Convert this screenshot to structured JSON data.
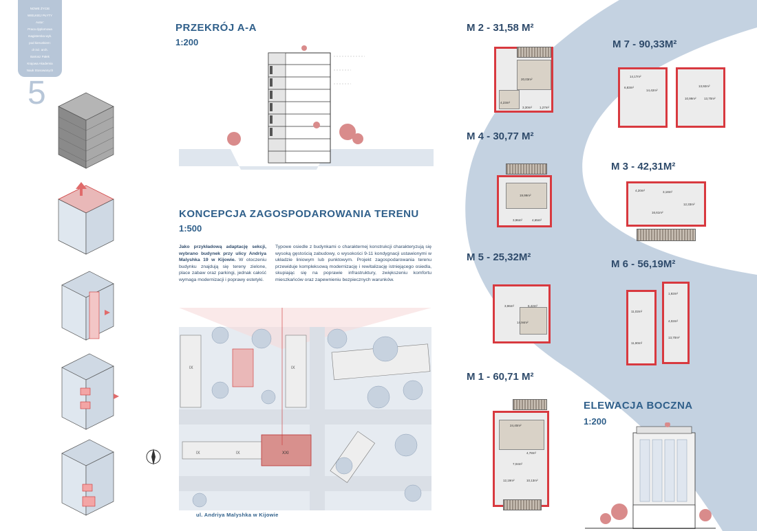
{
  "sidebar": {
    "tag_lines": [
      "NOWE ŻYCIE",
      "WIELKIEJ PŁYTY",
      "Autor:",
      "Praca dyplomowa",
      "magisterska wyk.",
      "pod kierunkiem:",
      "dr inż. arch.",
      "Bartosz Pałek",
      "Krajowa Akademia",
      "Nauk Stosowanych"
    ],
    "page_number": "5"
  },
  "section_a": {
    "title": "PRZEKRÓJ A-A",
    "scale": "1:200"
  },
  "site_plan": {
    "title": "KONCEPCJA ZAGOSPODAROWANIA TERENU",
    "scale": "1:500",
    "left_col_bold": "Jako przykładową adaptację sekcji, wybrano budynek przy ulicy Andriya Malyshka 19 w Kijowie.",
    "left_col_rest": "W otoczeniu budynku znajdują się tereny zielone, place zabaw oraz parkingi, jednak całość wymaga modernizacji i poprawy estetyki.",
    "right_col": "Typowe osiedle z budynkami o charakternej konstrukcji charakteryzują się wysoką gęstością zabudowy, o wysokości 9-11 kondygnacji ustawionymi w układzie liniowym lub punktowym. Projekt zagospodarowania terenu przewiduje kompleksową modernizację i rewitalizację istniejącego osiedla, skupiając się na poprawie infrastruktury, zwiększeniu komfortu mieszkańców oraz zapewnieniu bezpiecznych warunków.",
    "street": "ul. Andriya Malyshka w Kijowie",
    "block_labels": [
      "IX",
      "IX",
      "IX",
      "IX",
      "XXI"
    ]
  },
  "units": {
    "m2": {
      "label": "M 2 - 31,58 M²",
      "rooms": [
        "20,03m²",
        "4,23m²",
        "3,30m²",
        "1,27m²"
      ]
    },
    "m4": {
      "label": "M 4 - 30,77 M²",
      "rooms": [
        "19,99m²",
        "3,96m²",
        "4,65m²"
      ]
    },
    "m5": {
      "label": "M 5 - 25,32M²",
      "rooms": [
        "3,96m²",
        "6,42m²",
        "14,94m²"
      ]
    },
    "m1": {
      "label": "M 1 - 60,71 M²",
      "rooms": [
        "24,40m²",
        "4,78m²",
        "7,04m²",
        "12,19m²",
        "10,13m²"
      ]
    },
    "m7": {
      "label": "M 7 - 90,33M²",
      "rooms": [
        "14,17m²",
        "6,83m²",
        "14,42m²",
        "13,92m²",
        "10,99m²",
        "13,70m²"
      ]
    },
    "m3": {
      "label": "M 3 - 42,31M²",
      "rooms": [
        "4,20m²",
        "3,18m²",
        "16,61m²",
        "12,33m²"
      ]
    },
    "m6": {
      "label": "M 6 - 56,19M²",
      "rooms": [
        "11,02m²",
        "11,90m²",
        "1,92m²",
        "4,02m²",
        "13,70m²"
      ]
    }
  },
  "elevation": {
    "title": "ELEWACJA BOCZNA",
    "scale": "1:200"
  },
  "colors": {
    "accent_red": "#d8393f",
    "pale_blue": "#c9d6e4",
    "title_blue": "#2f5f8a"
  }
}
